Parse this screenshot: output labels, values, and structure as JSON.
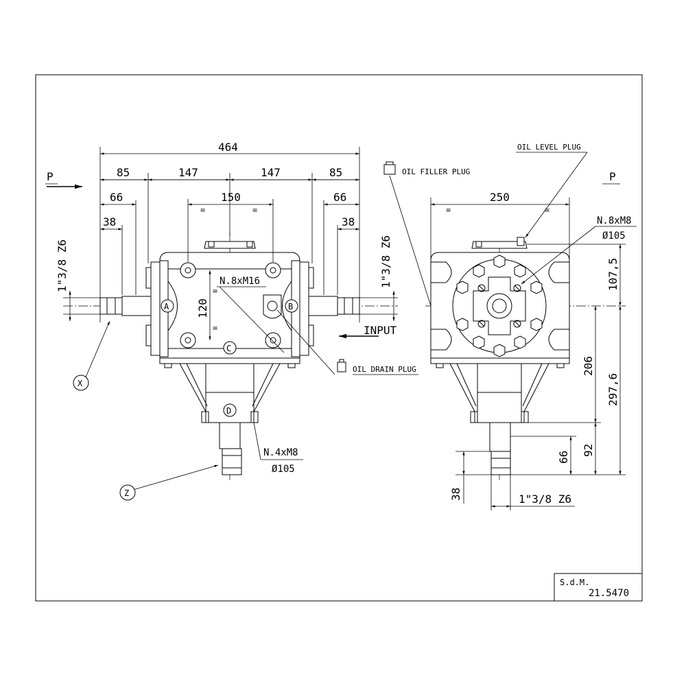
{
  "dimensions": {
    "overall_width": "464",
    "shaft_len_left": "85",
    "half_left": "147",
    "half_right": "147",
    "shaft_len_right": "85",
    "spline_left": "66",
    "spline_right": "66",
    "bolt_spacing": "150",
    "key_left": "38",
    "key_right": "38",
    "equal_sign": "=",
    "vertical_bolt": "120",
    "side_width": "250",
    "h_107": "107,5",
    "h_206": "206",
    "h_297": "297,6",
    "h_92": "92",
    "h_66": "66",
    "h_38": "38"
  },
  "labels": {
    "arrow_p_left": "P",
    "arrow_p_right": "P",
    "spline_left": "1\"3/8 Z6",
    "spline_right": "1\"3/8 Z6",
    "spline_bottom": "1\"3/8 Z6",
    "holes_front": "N.8xM16",
    "holes_side_n": "N.8xM8",
    "holes_side_d": "Ø105",
    "holes_bottom_n": "N.4xM8",
    "holes_bottom_d": "Ø105",
    "input": "INPUT",
    "oil_filler": "OIL FILLER PLUG",
    "oil_level": "OIL LEVEL PLUG",
    "oil_drain": "OIL DRAIN PLUG",
    "marker_a": "A",
    "marker_b": "B",
    "marker_c": "C",
    "marker_d": "D",
    "marker_x": "X",
    "marker_z": "Z"
  },
  "title_block": {
    "label": "S.d.M.",
    "code": "21.5470"
  }
}
